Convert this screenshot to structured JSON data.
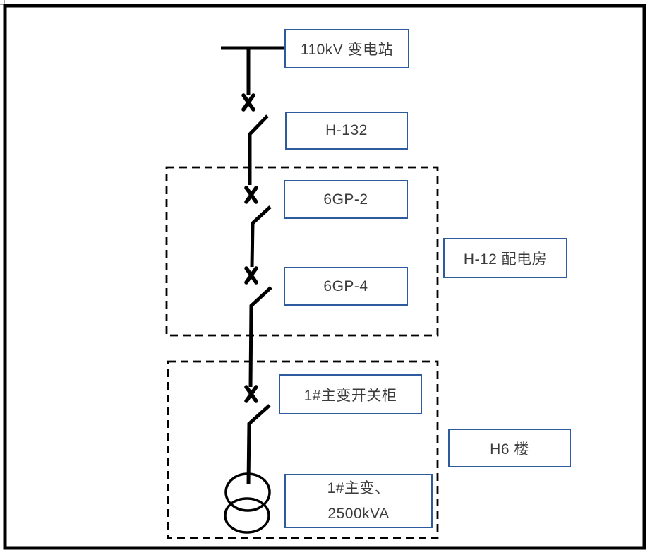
{
  "diagram": {
    "type": "single-line-electrical-diagram",
    "labels": {
      "substation": "110kV 变电站",
      "incoming_feeder": "H-132",
      "cabinet_6gp2": "6GP-2",
      "cabinet_6gp4": "6GP-4",
      "distribution_room": "H-12 配电房",
      "main_switchgear": "1#主变开关柜",
      "building": "H6 楼",
      "transformer_line1": "1#主变、",
      "transformer_line2": "2500kVA"
    },
    "symbols": {
      "busbar": "busbar-line",
      "breaker": "x-contact-breaker-icon",
      "disconnector": "open-blade-switch-icon",
      "transformer": "two-circle-transformer-icon"
    },
    "regions": [
      {
        "name": "H-12 配电房",
        "style": "dashed-rectangle"
      },
      {
        "name": "H6 楼",
        "style": "dashed-rectangle"
      }
    ],
    "colors": {
      "box_border": "#2e5b9e",
      "line": "#000000",
      "text": "#3b3b3b",
      "frame": "#000000",
      "artifact_gray": "#a6a6a6"
    }
  }
}
